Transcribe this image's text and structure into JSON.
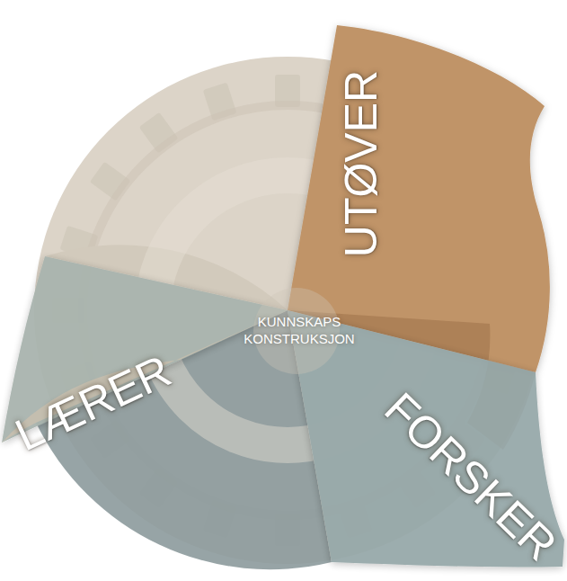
{
  "diagram": {
    "nodes": [
      {
        "text": [
          "KUNNSKAPS KONSTRUKSJON"
        ]
      },
      {
        "text": [
          "UTØVER"
        ]
      },
      {
        "text": [
          "LÆRER"
        ]
      },
      {
        "text": [
          "FORSKER"
        ]
      }
    ]
  }
}
